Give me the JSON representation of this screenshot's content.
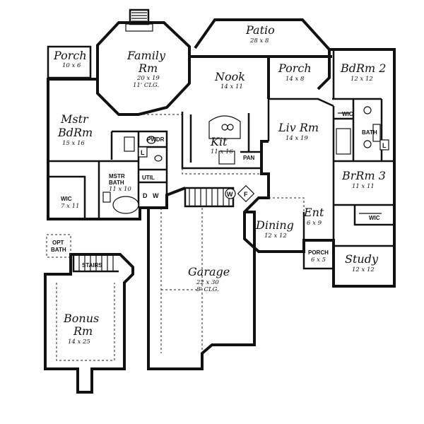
{
  "rooms": {
    "patio": {
      "name": "Patio",
      "dim": "28 x 8"
    },
    "porch_back": {
      "name": "Porch",
      "dim": "10 x 6"
    },
    "family": {
      "name": "Family",
      "name2": "Rm",
      "dim": "20 x 19",
      "dim2": "11' CLG."
    },
    "nook": {
      "name": "Nook",
      "dim": "14 x 11"
    },
    "porch_mid": {
      "name": "Porch",
      "dim": "14 x 8"
    },
    "bdrm2": {
      "name": "BdRm 2",
      "dim": "12 x 12"
    },
    "mstr": {
      "name": "Mstr",
      "name2": "BdRm",
      "dim": "15 x 16"
    },
    "kit": {
      "name": "Kit",
      "dim": "11 x 16"
    },
    "liv": {
      "name": "Liv Rm",
      "dim": "14 x 19"
    },
    "brrm3": {
      "name": "BrRm 3",
      "dim": "11 x 11"
    },
    "dining": {
      "name": "Dining",
      "dim": "12 x 12"
    },
    "ent": {
      "name": "Ent",
      "dim": "6 x 9"
    },
    "study": {
      "name": "Study",
      "dim": "12 x 12"
    },
    "porch_front": {
      "name": "PORCH",
      "dim": "6 x 5"
    },
    "garage": {
      "name": "Garage",
      "dim": "22 x 30",
      "dim2": "8' CLG."
    },
    "bonus": {
      "name": "Bonus",
      "name2": "Rm",
      "dim": "14 x 25"
    }
  },
  "labels": {
    "pwdr": "PWDR",
    "util": "UTIL",
    "mstr_bath": "MSTR",
    "mstr_bath2": "BATH",
    "mstr_bath_dim": "11 x 10",
    "wic_mstr": "WIC",
    "wic_mstr_dim": "7 x 11",
    "wic_bd2": "WIC",
    "bath": "BATH",
    "wic_br3": "WIC",
    "pan": "PAN",
    "stairs": "STAIRS",
    "opt": "OPT",
    "opt_bath": "BATH",
    "l1": "L",
    "l2": "L",
    "d": "D",
    "w": "W",
    "w2": "W",
    "f": "F"
  }
}
